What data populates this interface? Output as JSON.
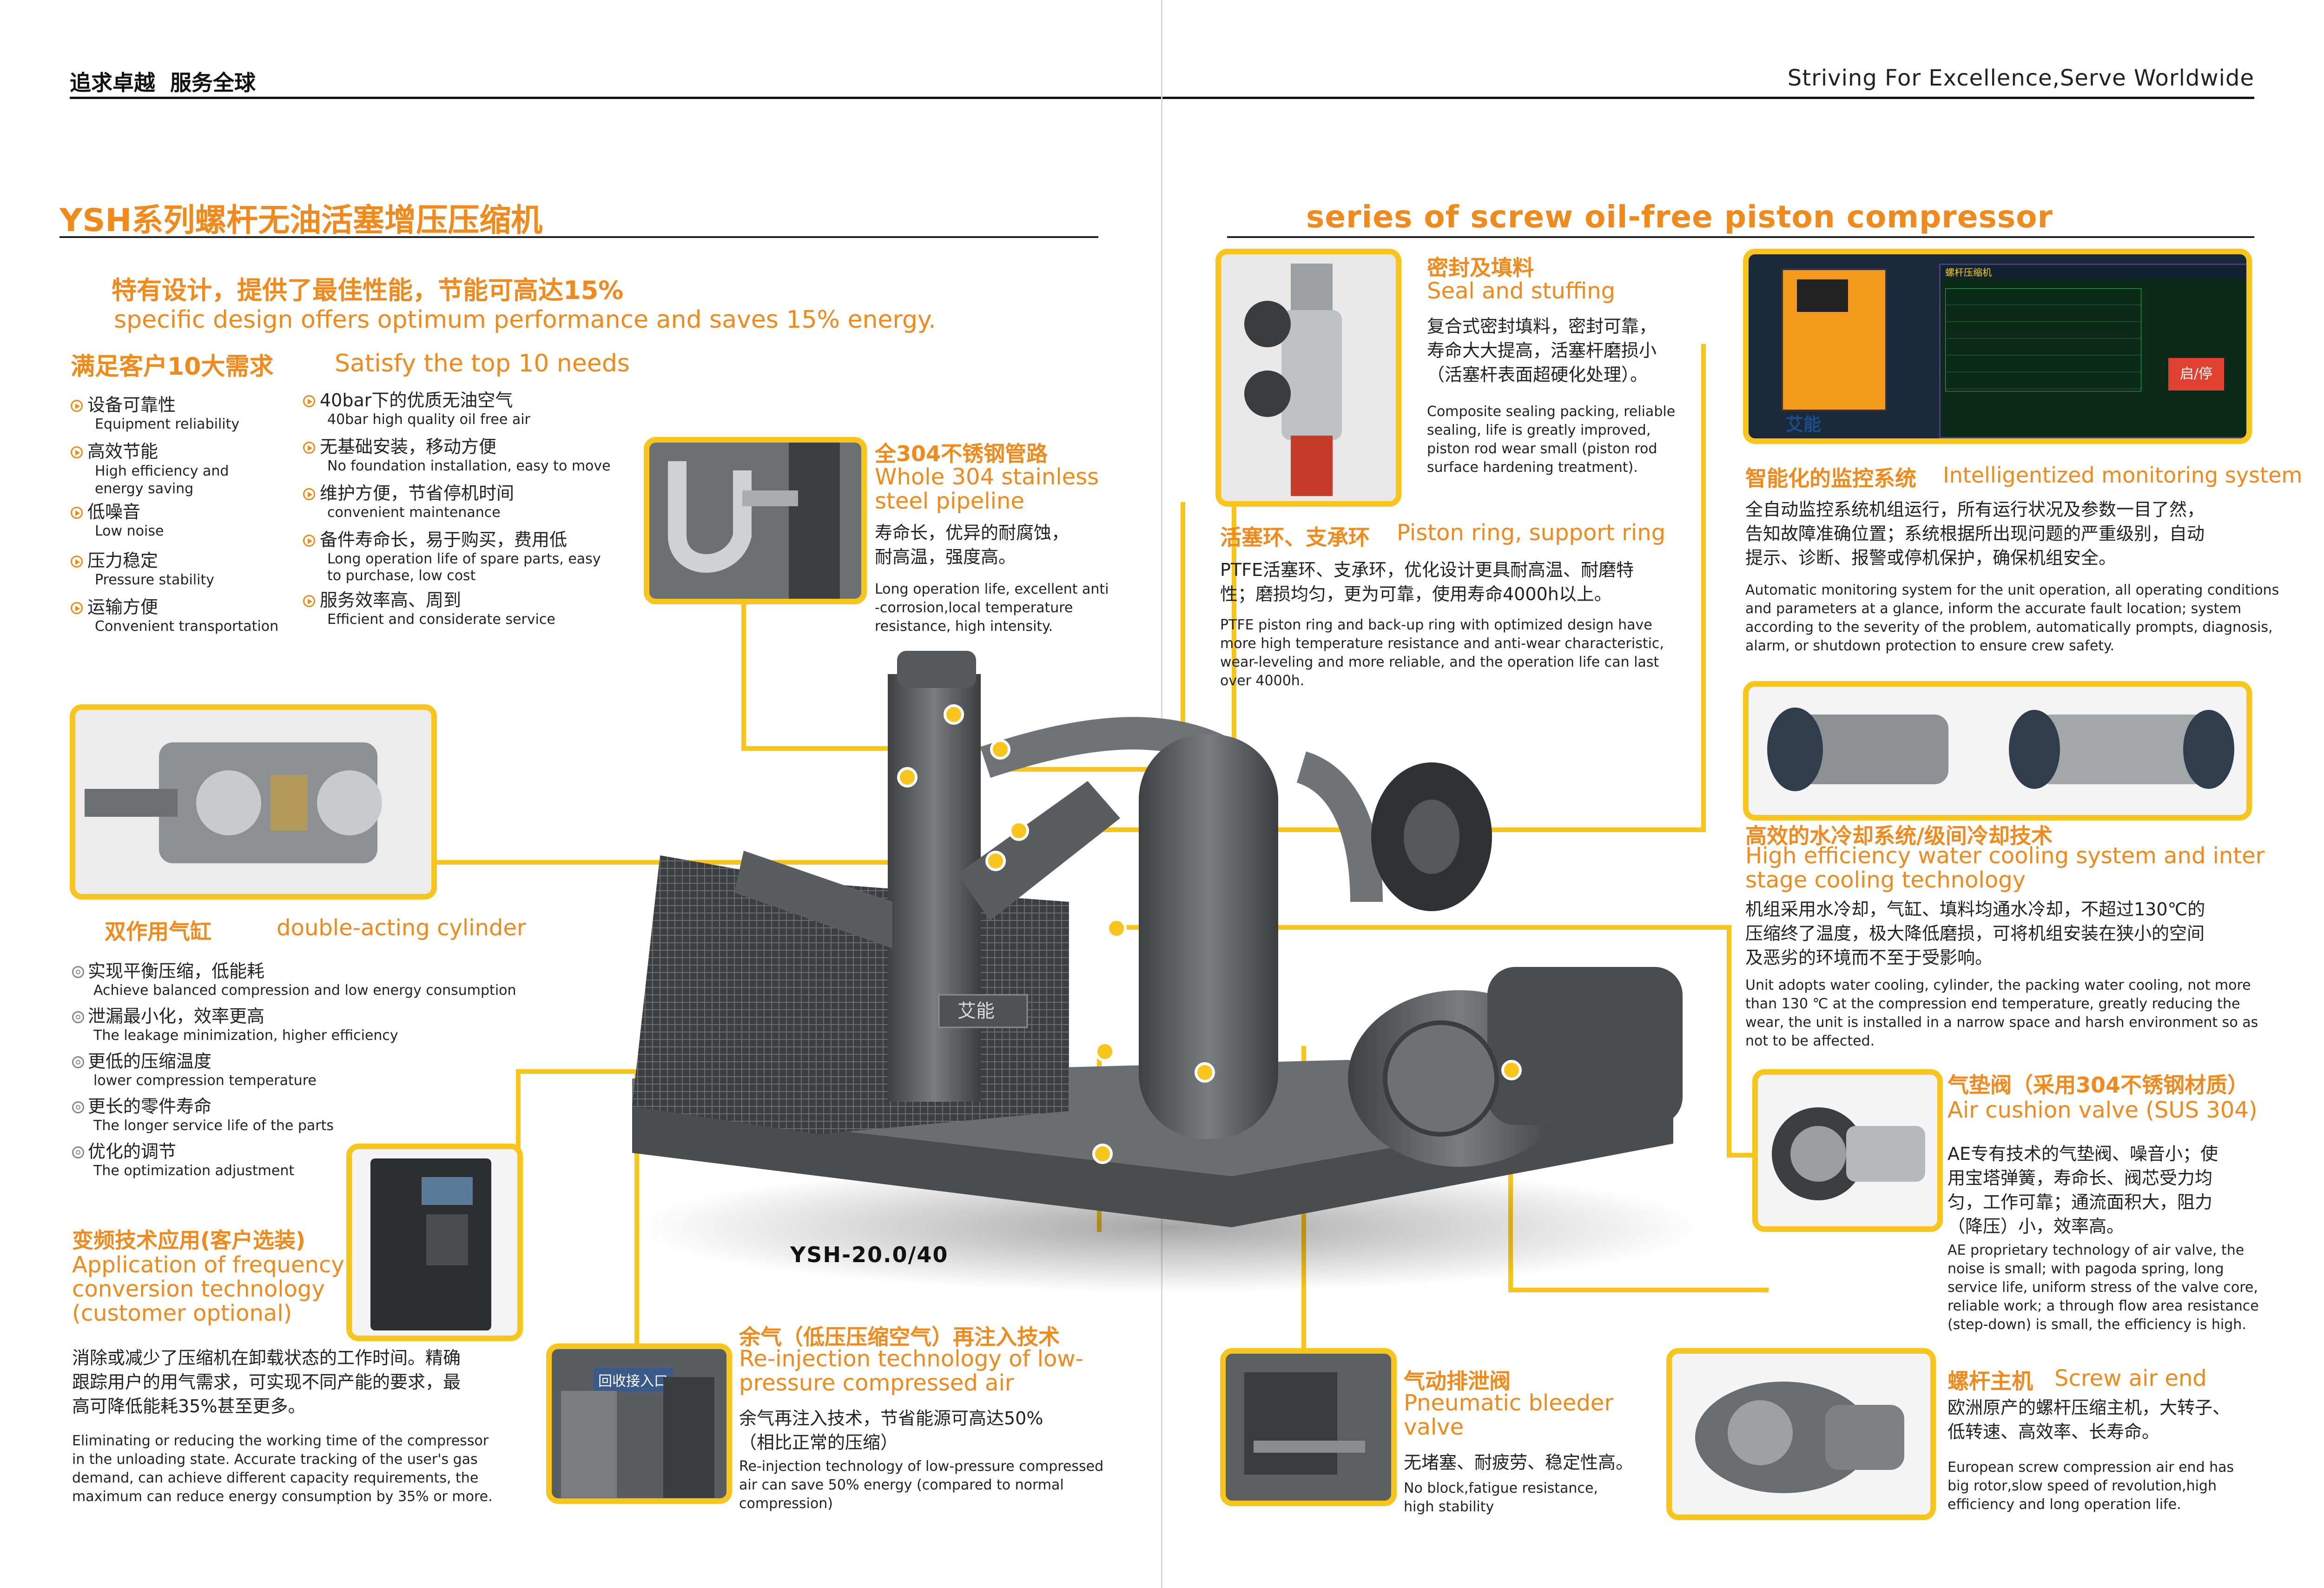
{
  "header": {
    "left_slogan": "追求卓越  服务全球",
    "right_slogan": "Striving For Excellence,Serve Worldwide"
  },
  "titles": {
    "zh": "YSH系列螺杆无油活塞增压压缩机",
    "en": "series of screw oil-free piston compressor"
  },
  "intro": {
    "zh": "特有设计，提供了最佳性能，节能可高达15%",
    "en": "specific design offers optimum performance and saves 15% energy.",
    "needs_zh": "满足客户10大需求",
    "needs_en": "Satisfy the top 10 needs"
  },
  "needs_left": [
    {
      "zh": "设备可靠性",
      "en": "Equipment reliability"
    },
    {
      "zh": "高效节能",
      "en": "High efficiency and\nenergy saving"
    },
    {
      "zh": "低噪音",
      "en": "Low noise"
    },
    {
      "zh": "压力稳定",
      "en": "Pressure stability"
    },
    {
      "zh": "运输方便",
      "en": "Convenient transportation"
    }
  ],
  "needs_right": [
    {
      "zh": "40bar下的优质无油空气",
      "en": "40bar high quality oil free air"
    },
    {
      "zh": "无基础安装，移动方便",
      "en": "No foundation installation, easy to move"
    },
    {
      "zh": "维护方便，节省停机时间",
      "en": "convenient maintenance"
    },
    {
      "zh": "备件寿命长，易于购买，费用低",
      "en": "Long operation life of spare parts, easy\nto purchase, low cost"
    },
    {
      "zh": "服务效率高、周到",
      "en": "Efficient and considerate service"
    }
  ],
  "pipeline": {
    "title_zh": "全304不锈钢管路",
    "title_en": "Whole 304 stainless\nsteel pipeline",
    "body_zh": "寿命长，优异的耐腐蚀，\n耐高温，强度高。",
    "body_en": "Long operation life, excellent anti\n-corrosion,local temperature\nresistance, high intensity."
  },
  "seal": {
    "title_zh": "密封及填料",
    "title_en": "Seal and stuffing",
    "body_zh": "复合式密封填料，密封可靠，\n寿命大大提高，活塞杆磨损小\n（活塞杆表面超硬化处理）。",
    "body_en": "Composite sealing packing, reliable\nsealing, life is greatly improved,\npiston rod wear small (piston rod\nsurface hardening treatment)."
  },
  "piston_ring": {
    "title_zh": "活塞环、支承环",
    "title_en": "Piston ring, support ring",
    "body_zh": "PTFE活塞环、支承环，优化设计更具耐高温、耐磨特\n性；磨损均匀，更为可靠，使用寿命4000h以上。",
    "body_en": "PTFE piston ring and back-up ring with optimized design have\nmore high temperature resistance and anti-wear characteristic,\nwear-leveling and more reliable, and the operation life can last\nover 4000h."
  },
  "monitoring": {
    "title_zh": "智能化的监控系统",
    "title_en": "Intelligentized monitoring system",
    "body_zh": "全自动监控系统机组运行，所有运行状况及参数一目了然，\n告知故障准确位置；系统根据所出现问题的严重级别，自动\n提示、诊断、报警或停机保护，确保机组安全。",
    "body_en": "Automatic monitoring system for the unit operation, all operating conditions\nand parameters at a glance, inform the accurate fault location; system\naccording to the severity of the problem, automatically prompts, diagnosis,\nalarm, or shutdown protection to ensure crew safety.",
    "screen_header": "螺杆压缩机",
    "screen_button": "启/停",
    "screen_brand": "艾能"
  },
  "cylinder": {
    "title_zh": "双作用气缸",
    "title_en": "double-acting cylinder",
    "items": [
      {
        "zh": "实现平衡压缩，低能耗",
        "en": "Achieve balanced compression and low energy consumption"
      },
      {
        "zh": "泄漏最小化，效率更高",
        "en": "The leakage minimization, higher efficiency"
      },
      {
        "zh": "更低的压缩温度",
        "en": "lower compression temperature"
      },
      {
        "zh": "更长的零件寿命",
        "en": "The longer service life of the parts"
      },
      {
        "zh": "优化的调节",
        "en": "The optimization adjustment"
      }
    ]
  },
  "cooling": {
    "title_zh": "高效的水冷却系统/级间冷却技术",
    "title_en": "High efficiency water cooling system and inter\nstage cooling technology",
    "body_zh": "机组采用水冷却，气缸、填料均通水冷却，不超过130℃的\n压缩终了温度，极大降低磨损，可将机组安装在狭小的空间\n及恶劣的环境而不至于受影响。",
    "body_en": "Unit adopts water cooling, cylinder, the packing water cooling, not more\nthan 130 ℃ at the compression end temperature, greatly reducing the\nwear, the unit is installed in a narrow space and harsh environment so as\nnot to be affected."
  },
  "machine": {
    "model": "YSH-20.0/40",
    "brand": "艾能"
  },
  "air_valve": {
    "title_zh": "气垫阀（采用304不锈钢材质）",
    "title_en": "Air cushion valve (SUS 304)",
    "body_zh": "AE专有技术的气垫阀、噪音小；使\n用宝塔弹簧，寿命长、阀芯受力均\n匀，工作可靠；通流面积大，阻力\n（降压）小，效率高。",
    "body_en": "AE proprietary technology of air valve, the\nnoise is small; with pagoda spring, long\nservice life, uniform stress of the valve core,\nreliable work; a through flow area resistance\n(step-down) is small, the efficiency is high."
  },
  "frequency": {
    "title_zh": "变频技术应用(客户选装)",
    "title_en": "Application of frequency\nconversion technology\n(customer optional)",
    "body_zh": "消除或减少了压缩机在卸载状态的工作时间。精确\n跟踪用户的用气需求，可实现不同产能的要求，最\n高可降低能耗35%甚至更多。",
    "body_en": "Eliminating or reducing the working time of the compressor\nin the unloading state. Accurate tracking of the user's gas\ndemand, can achieve different capacity requirements, the\nmaximum can reduce energy consumption by 35% or more."
  },
  "reinjection": {
    "title_zh": "余气（低压压缩空气）再注入技术",
    "title_en": "Re-injection technology of low-\npressure compressed air",
    "body_zh": "余气再注入技术，节省能源可高达50%\n（相比正常的压缩）",
    "body_en": "Re-injection technology of low-pressure compressed\nair can save 50% energy (compared to normal\ncompression)",
    "photo_label": "回收接入口"
  },
  "bleeder": {
    "title_zh": "气动排泄阀",
    "title_en": "Pneumatic bleeder\nvalve",
    "body_zh": "无堵塞、耐疲劳、稳定性高。",
    "body_en": "No block,fatigue resistance,\nhigh stability"
  },
  "screw": {
    "title_zh": "螺杆主机",
    "title_en": "Screw air end",
    "body_zh": "欧洲原产的螺杆压缩主机，大转子、\n低转速、高效率、长寿命。",
    "body_en": "European screw compression air end has\nbig rotor,slow speed of revolution,high\nefficiency and long operation life."
  },
  "colors": {
    "accent_orange": "#f08a1c",
    "frame_yellow": "#f7c51b",
    "machine_gray": "#5e6163"
  }
}
